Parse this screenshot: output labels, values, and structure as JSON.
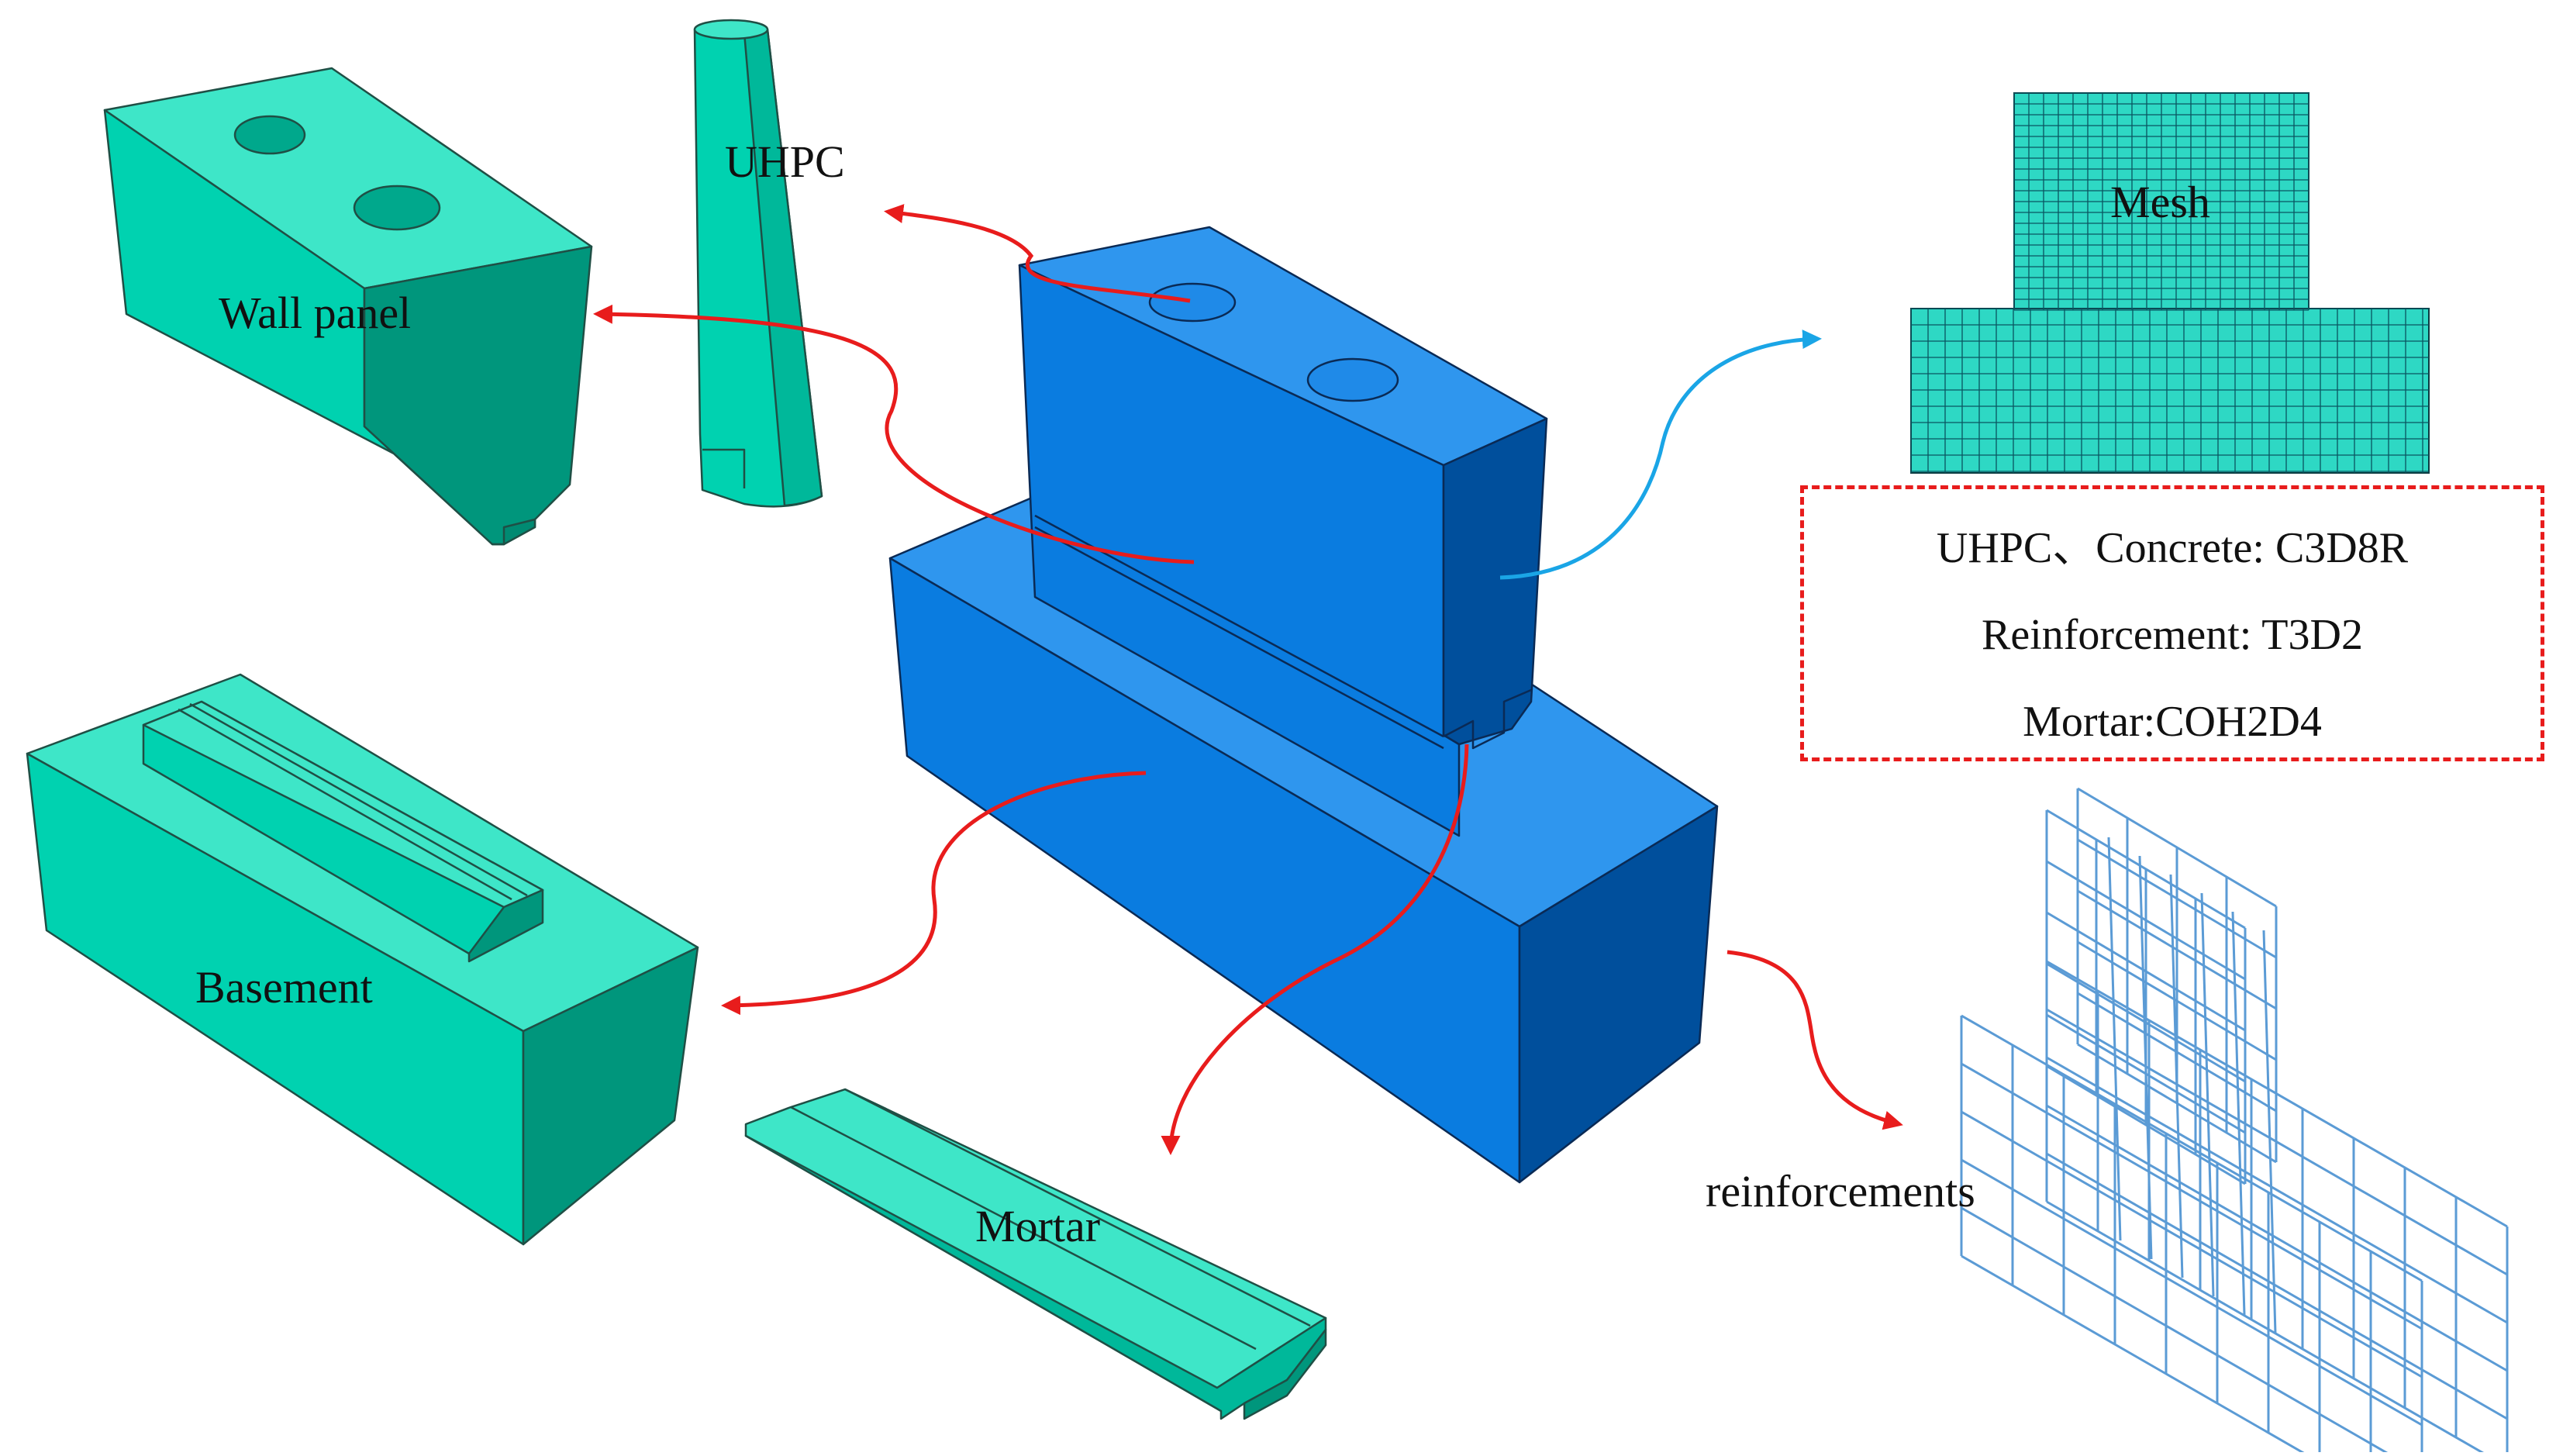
{
  "labels": {
    "wall_panel": "Wall panel",
    "uhpc": "UHPC",
    "basement": "Basement",
    "mortar": "Mortar",
    "mesh": "Mesh",
    "reinforcements": "reinforcements"
  },
  "element_info": {
    "line1": "UHPC、Concrete: C3D8R",
    "line2": "Reinforcement: T3D2",
    "line3": "Mortar:COH2D4"
  },
  "colors": {
    "part_green": "#00d2b0",
    "assembly_blue": "#0a7ce0",
    "arrow_red": "#e81c1c",
    "arrow_blue": "#1aa5e6",
    "rebar_blue": "#5b9bd5"
  }
}
